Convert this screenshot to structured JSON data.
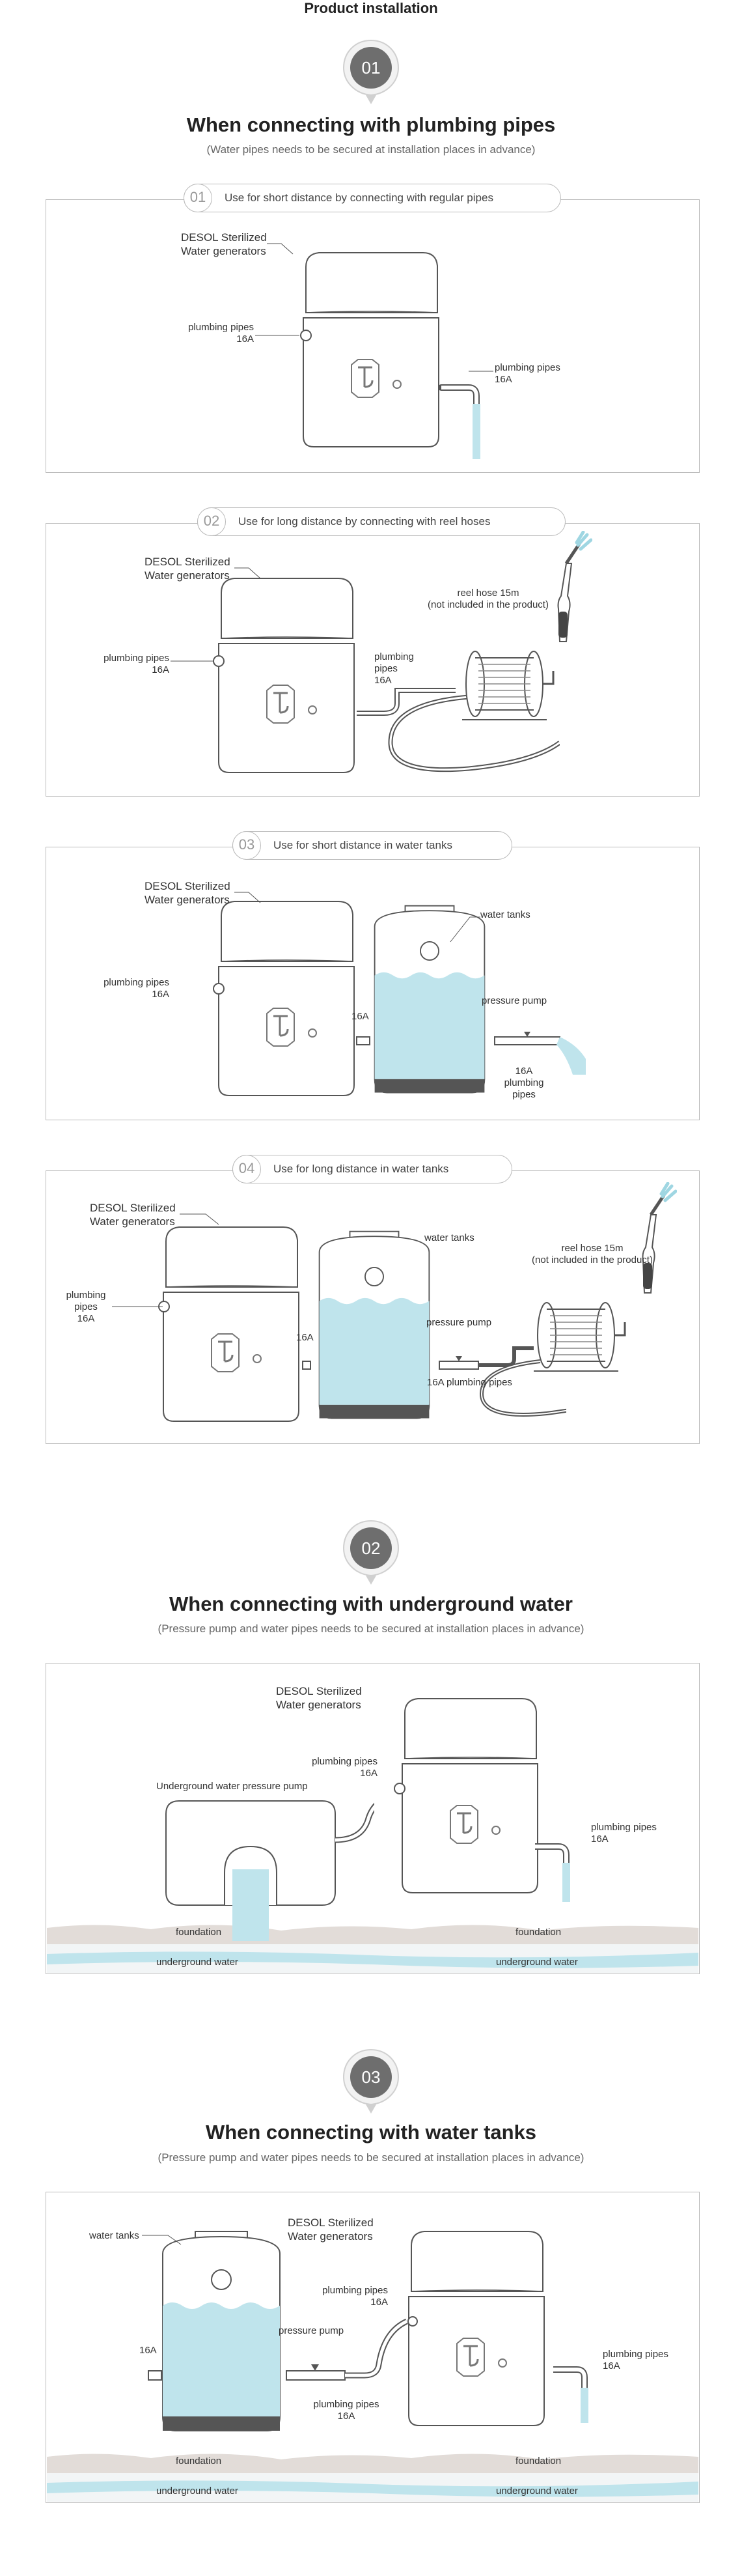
{
  "page_title": "Product installation",
  "colors": {
    "water": "#bfe4ec",
    "water_light": "#d9f0f5",
    "line": "#555555",
    "panel_border": "#b9b9b9",
    "badge": "#6e6e6e",
    "ground": "#e2dcd8"
  },
  "sections": [
    {
      "badge": "01",
      "title": "When connecting with plumbing pipes",
      "subtitle": "(Water pipes needs to be secured at installation places in advance)",
      "cases": [
        {
          "num": "01",
          "label": "Use for short distance by connecting with regular pipes",
          "gen_label_1": "DESOL Sterilized",
          "gen_label_2": "Water generators",
          "inlet_1": "plumbing pipes",
          "inlet_2": "16A",
          "outlet_1": "plumbing pipes",
          "outlet_2": "16A"
        },
        {
          "num": "02",
          "label": "Use for long distance by connecting with reel hoses",
          "gen_label_1": "DESOL Sterilized",
          "gen_label_2": "Water generators",
          "inlet_1": "plumbing pipes",
          "inlet_2": "16A",
          "outlet_1": "plumbing",
          "outlet_2": "pipes",
          "outlet_3": "16A",
          "reel_1": "reel hose 15m",
          "reel_2": "(not included in the product)"
        },
        {
          "num": "03",
          "label": "Use for short distance in water tanks",
          "gen_label_1": "DESOL Sterilized",
          "gen_label_2": "Water generators",
          "inlet_1": "plumbing pipes",
          "inlet_2": "16A",
          "pipe_size": "16A",
          "tank": "water tanks",
          "pump": "pressure pump",
          "out_1": "16A",
          "out_2": "plumbing",
          "out_3": "pipes"
        },
        {
          "num": "04",
          "label": "Use for long distance in water tanks",
          "gen_label_1": "DESOL Sterilized",
          "gen_label_2": "Water generators",
          "inlet_1": "plumbing",
          "inlet_2": "pipes",
          "inlet_3": "16A",
          "pipe_size": "16A",
          "tank": "water tanks",
          "pump": "pressure pump",
          "out": "16A plumbing pipes",
          "reel_1": "reel hose 15m",
          "reel_2": "(not included in the product)"
        }
      ]
    },
    {
      "badge": "02",
      "title": "When connecting with underground water",
      "subtitle": "(Pressure pump and water pipes needs to be secured at installation places in advance)",
      "gen_label_1": "DESOL Sterilized",
      "gen_label_2": "Water generators",
      "inlet_1": "plumbing pipes",
      "inlet_2": "16A",
      "pump_label": "Underground water pressure pump",
      "outlet_1": "plumbing pipes",
      "outlet_2": "16A",
      "foundation": "foundation",
      "underground": "underground water"
    },
    {
      "badge": "03",
      "title": "When connecting with water tanks",
      "subtitle": "(Pressure pump and water pipes needs to be secured at installation places in advance)",
      "tank": "water tanks",
      "gen_label_1": "DESOL Sterilized",
      "gen_label_2": "Water generators",
      "inlet_1": "plumbing pipes",
      "inlet_2": "16A",
      "pump": "pressure pump",
      "tank_pipe": "16A",
      "mid_1": "plumbing pipes",
      "mid_2": "16A",
      "outlet_1": "plumbing pipes",
      "outlet_2": "16A",
      "foundation": "foundation",
      "underground": "underground water"
    }
  ]
}
